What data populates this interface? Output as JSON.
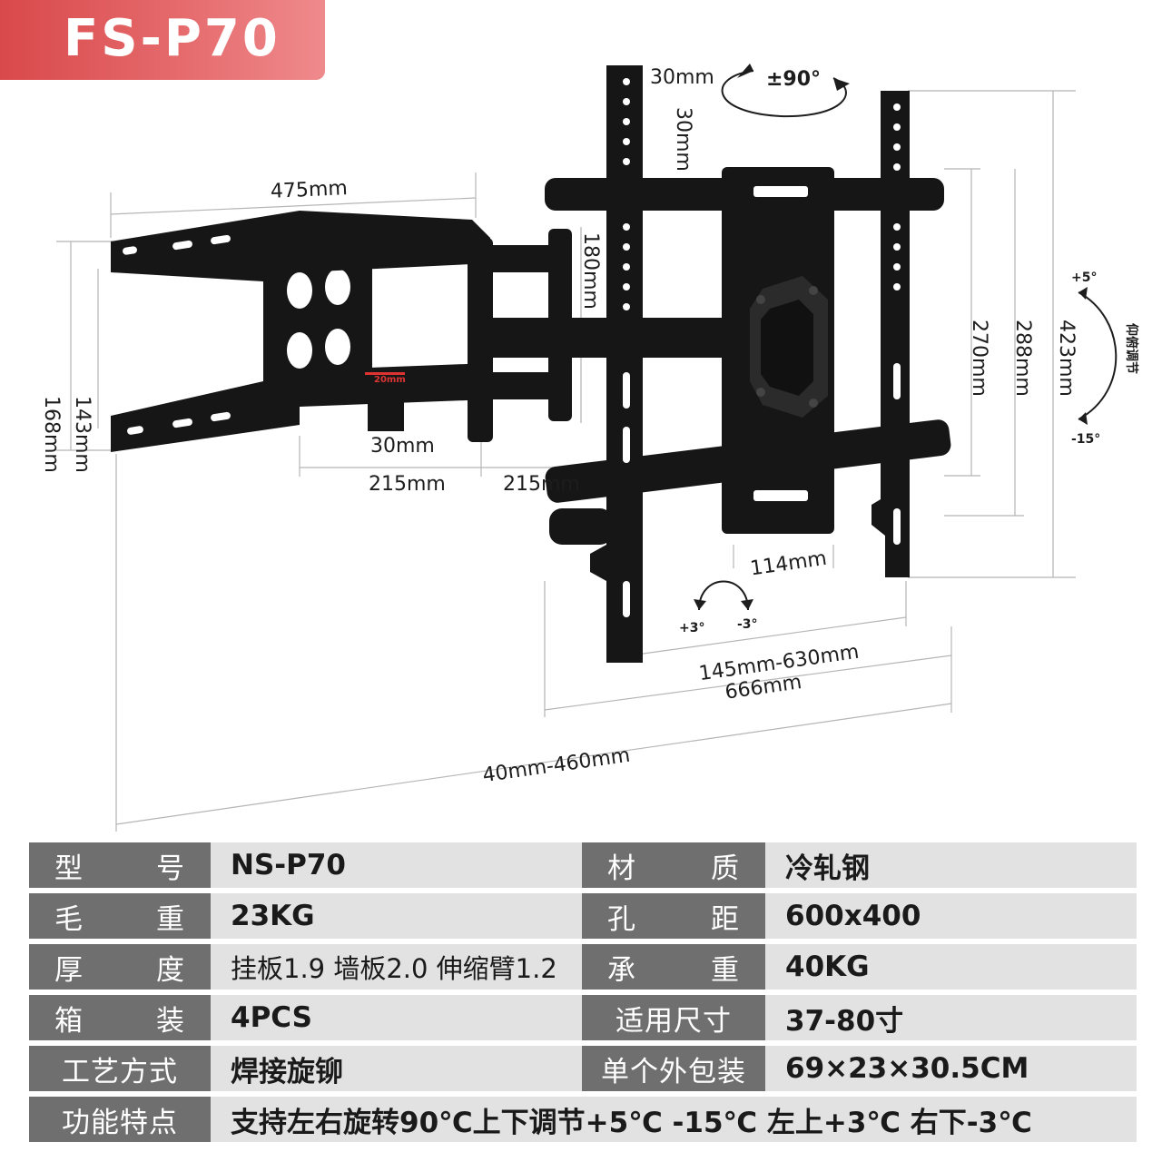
{
  "badge": {
    "model_title": "FS-P70"
  },
  "dimensions": {
    "arm_length": "475mm",
    "wall_plate_h1": "168mm",
    "wall_plate_h2": "143mm",
    "arm_segment_1": "215mm",
    "arm_segment_2": "215mm",
    "arm_gap": "30mm",
    "arm_small": "20mm",
    "arm_height": "180mm",
    "top_offset": "30mm",
    "top_offset_v": "30mm",
    "rotation": "±90°",
    "vesa_h1": "270mm",
    "vesa_h2": "288mm",
    "total_h": "423mm",
    "center_w": "114mm",
    "vesa_width": "145mm-630mm",
    "total_width": "666mm",
    "extension": "40mm-460mm",
    "tilt_up": "+5°",
    "tilt_down": "-15°",
    "tilt_label": "仰俯调节",
    "swivel_left": "+3°",
    "swivel_right": "-3°"
  },
  "specs": [
    {
      "l1": [
        "型",
        "号"
      ],
      "v1": "NS-P70",
      "l2": [
        "材",
        "质"
      ],
      "v2": "冷轧钢"
    },
    {
      "l1": [
        "毛",
        "重"
      ],
      "v1": "23KG",
      "l2": [
        "孔",
        "距"
      ],
      "v2": "600x400"
    },
    {
      "l1": [
        "厚",
        "度"
      ],
      "v1": "挂板1.9  墙板2.0  伸缩臂1.2",
      "l2": [
        "承",
        "重"
      ],
      "v2": "40KG"
    },
    {
      "l1": [
        "箱",
        "装"
      ],
      "v1": "4PCS",
      "l2": [
        "适用尺寸"
      ],
      "v2": "37-80寸"
    },
    {
      "l1": [
        "工艺方式"
      ],
      "v1": "焊接旋铆",
      "l2": [
        "单个外包装"
      ],
      "v2": "69×23×30.5CM"
    }
  ],
  "feature": {
    "label": "功能特点",
    "value": "支持左右旋转90℃上下调节+5℃ -15℃ 左上+3℃ 右下-3℃"
  },
  "colors": {
    "badge": "#d9494b",
    "label_bg": "#6f6f6f",
    "value_bg": "#e2e2e2"
  }
}
